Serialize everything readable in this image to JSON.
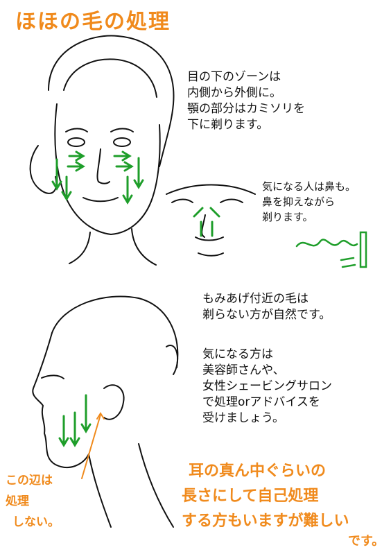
{
  "title": "ほほの毛の処理",
  "note1": [
    "目の下のゾーンは",
    "内側から外側に。",
    "顎の部分はカミソリを",
    "下に剃ります。"
  ],
  "note2": [
    "気になる人は鼻も。",
    "鼻を抑えながら",
    "剃ります。"
  ],
  "note3": [
    "もみあげ付近の毛は",
    "剃らない方が自然です。"
  ],
  "note4": [
    "気になる方は",
    "美容師さんや、",
    "女性シェービングサロン",
    "で処理orアドバイスを",
    "受けましょう。"
  ],
  "hand1": [
    "この辺は",
    "処理",
    "しない。"
  ],
  "hand2": [
    "耳の真ん中ぐらいの",
    "長さにして自己処理",
    "する方もいますが難しい",
    "です。"
  ],
  "colors": {
    "accent": "#f08a1c",
    "arrow": "#1e9e2a",
    "ink": "#111111"
  }
}
